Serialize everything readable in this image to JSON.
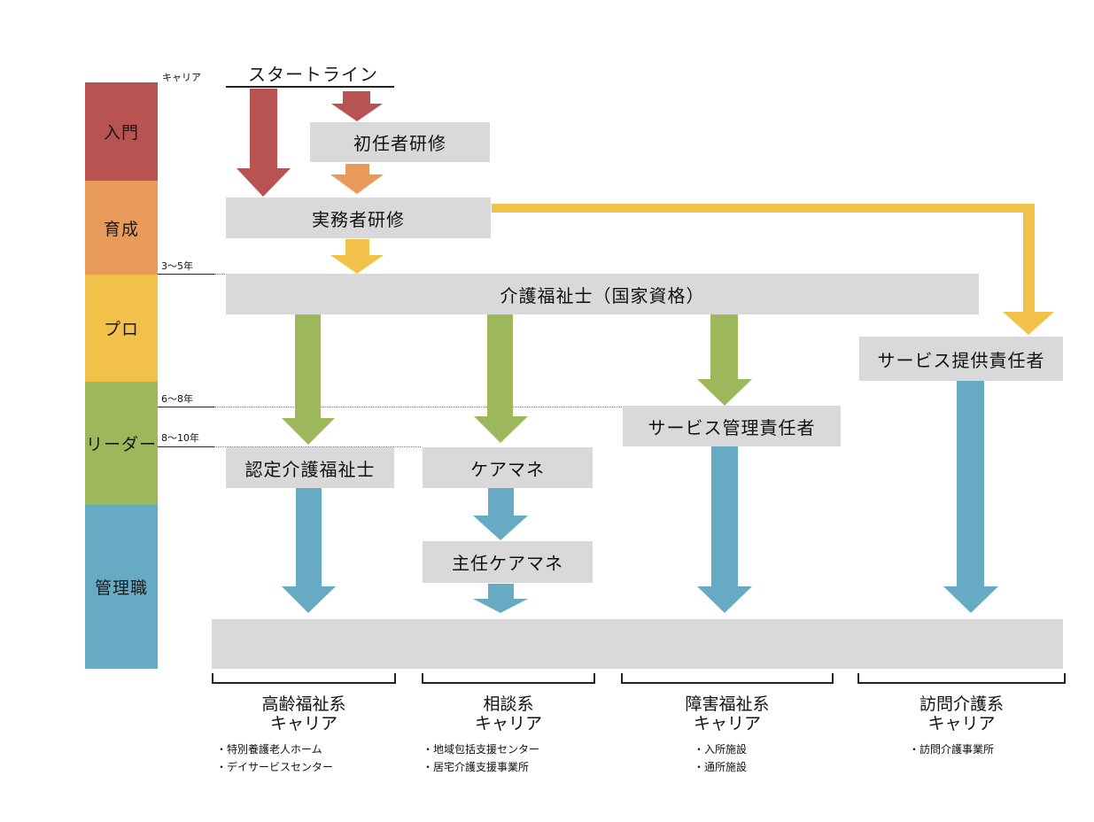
{
  "header": {
    "career_label": "キャリア",
    "start_line": "スタートライン"
  },
  "stages": [
    {
      "label": "入門",
      "color": "#b85352"
    },
    {
      "label": "育成",
      "color": "#e89a5a"
    },
    {
      "label": "プロ",
      "color": "#f2c14a"
    },
    {
      "label": "リーダー",
      "color": "#9cb85b"
    },
    {
      "label": "管理職",
      "color": "#66aac4"
    }
  ],
  "years": {
    "y3_5": "3～5年",
    "y6_8": "6～8年",
    "y8_10": "8～10年"
  },
  "boxes": {
    "initial_training": "初任者研修",
    "practitioner_training": "実務者研修",
    "certified_care_worker": "介護福祉士（国家資格）",
    "service_provision_manager": "サービス提供責任者",
    "service_manager": "サービス管理責任者",
    "accredited_care_worker": "認定介護福祉士",
    "care_manager": "ケアマネ",
    "chief_care_manager": "主任ケアマネ"
  },
  "categories": [
    {
      "line1": "高齢福祉系",
      "line2": "キャリア",
      "items": [
        "・特別養護老人ホーム",
        "・デイサービスセンター"
      ]
    },
    {
      "line1": "相談系",
      "line2": "キャリア",
      "items": [
        "・地域包括支援センター",
        "・居宅介護支援事業所"
      ]
    },
    {
      "line1": "障害福祉系",
      "line2": "キャリア",
      "items": [
        "・入所施設",
        "・通所施設"
      ]
    },
    {
      "line1": "訪問介護系",
      "line2": "キャリア",
      "items": [
        "・訪問介護事業所"
      ]
    }
  ],
  "colors": {
    "red": "#b85352",
    "orange": "#e89a5a",
    "yellow": "#f2c14a",
    "green": "#9cb85b",
    "blue": "#66aac4",
    "box": "#d9d9d9"
  }
}
